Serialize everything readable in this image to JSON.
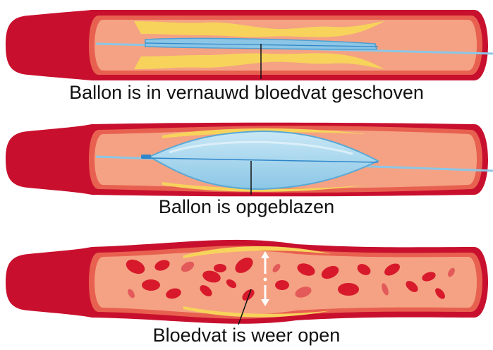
{
  "panels": [
    {
      "caption": "Ballon is in vernauwd bloedvat geschoven",
      "state": "balloon-inserted"
    },
    {
      "caption": "Ballon is opgeblazen",
      "state": "balloon-inflated"
    },
    {
      "caption": "Bloedvat is weer open",
      "state": "vessel-open"
    }
  ],
  "colors": {
    "vessel_wall_outer": "#c8102e",
    "vessel_wall_inner": "#e8604f",
    "vessel_lumen": "#f4a283",
    "plaque": "#f7d35c",
    "plaque_light": "#fbe9a8",
    "balloon": "#a9d7ee",
    "balloon_edge": "#5aa9d6",
    "catheter": "#7fbfe3",
    "catheter_core": "#2f86c9",
    "blood_cell": "#d7192b",
    "blood_cell_light": "#e35a5a",
    "pointer_line": "#111111",
    "arrow": "#ffffff"
  }
}
